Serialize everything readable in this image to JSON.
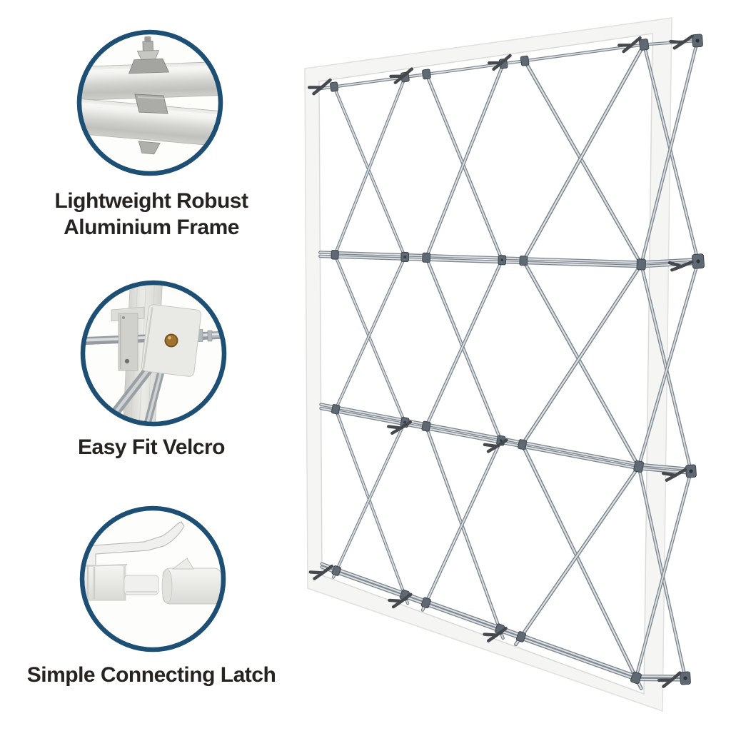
{
  "page": {
    "background": "#ffffff"
  },
  "product": {
    "name": "pop-up-display-frame"
  },
  "features": [
    {
      "id": "aluminium-frame",
      "photo_icon": "tube-clamp-photo",
      "label_line1": "Lightweight Robust",
      "label_line2": "Aluminium Frame"
    },
    {
      "id": "easy-fit-velcro",
      "photo_icon": "velcro-fixing-photo",
      "label_line1": "Easy Fit Velcro",
      "label_line2": ""
    },
    {
      "id": "connecting-latch",
      "photo_icon": "connecting-latch-photo",
      "label_line1": "Simple Connecting Latch",
      "label_line2": ""
    }
  ],
  "colors": {
    "circle_border": "#1d4e74",
    "label_text": "#272320",
    "frame_white": "#f5f5f4",
    "frame_edge": "#e2e2e0",
    "frame_inner_edge": "#d8d8d6",
    "tube_dark": "#7e878e",
    "tube_light": "#dbe0e4",
    "hub": "#5f6973",
    "hub_edge": "#3e464e",
    "latch_dark": "#45494e"
  }
}
